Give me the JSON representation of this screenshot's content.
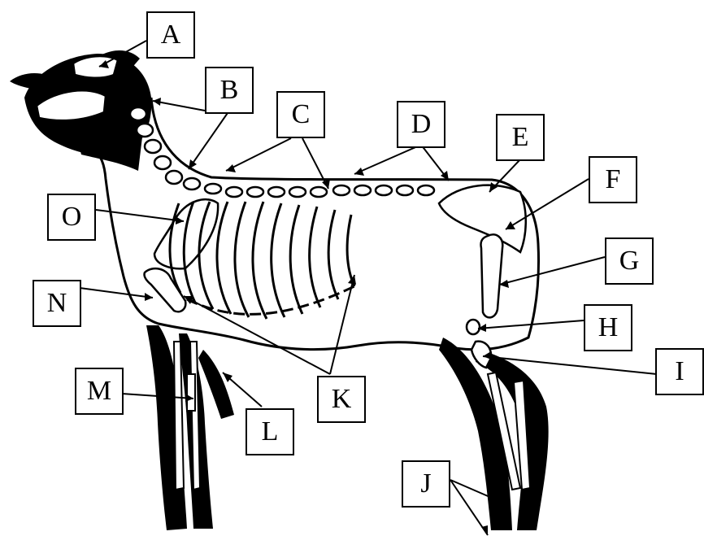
{
  "labels": {
    "A": "A",
    "B": "B",
    "C": "C",
    "D": "D",
    "E": "E",
    "F": "F",
    "G": "G",
    "H": "H",
    "I": "I",
    "J": "J",
    "K": "K",
    "L": "L",
    "M": "M",
    "N": "N",
    "O": "O"
  },
  "colors": {
    "ink": "#000000",
    "body": "#ffffff"
  }
}
